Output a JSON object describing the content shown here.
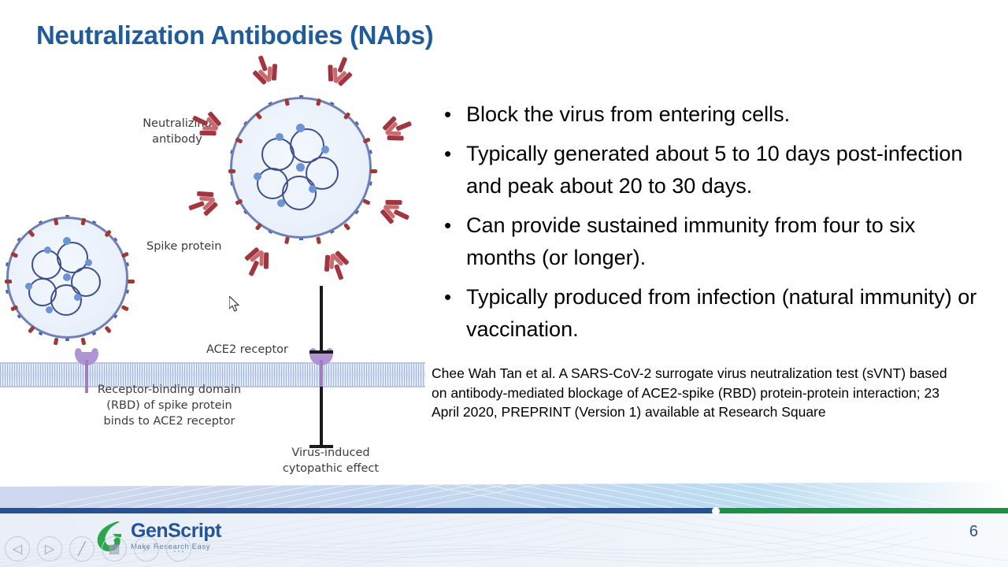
{
  "slide": {
    "title": "Neutralization Antibodies (NAbs)",
    "number": "6",
    "title_color": "#1F5C99"
  },
  "bullets": [
    {
      "marker": "•",
      "text": "Block the virus from entering cells."
    },
    {
      "marker": "•",
      "text": "Typically generated about 5 to 10 days post-infection and peak about 20 to 30 days."
    },
    {
      "marker": "•",
      "text": "Can provide sustained immunity from four to six months (or longer)."
    },
    {
      "marker": "•",
      "text": "Typically produced from infection (natural immunity) or vaccination."
    }
  ],
  "citation": {
    "text": "Chee Wah Tan et al. A SARS-CoV-2 surrogate virus neutralization test (sVNT) based on antibody-mediated blockage of ACE2-spike (RBD) protein-protein interaction; 23 April 2020, PREPRINT (Version 1) available at Research Square"
  },
  "figure": {
    "labels": {
      "neutralizing_antibody": "Neutralizing\nantibody",
      "spike_protein": "Spike protein",
      "ace2_receptor": "ACE2 receptor",
      "rbd": "Receptor-binding domain\n(RBD) of spike protein\nbinds to ACE2 receptor",
      "cytopathic_effect": "Virus-induced\ncytopathic effect"
    },
    "colors": {
      "spike": "#4a63a8",
      "antibody": "#a23640",
      "ace2": "#b093d2",
      "virus_envelope": "#6f7fb8"
    }
  },
  "footer": {
    "logo_name": "GenScript",
    "logo_tagline": "Make Research Easy",
    "divider_blue": "#255196",
    "divider_green": "#199343"
  },
  "controls": [
    {
      "name": "previous-slide",
      "glyph": "◁"
    },
    {
      "name": "next-slide",
      "glyph": "▷"
    },
    {
      "name": "pen-tool",
      "glyph": "╱"
    },
    {
      "name": "slide-menu",
      "glyph": "▦"
    },
    {
      "name": "zoom-tool",
      "glyph": "⌕"
    },
    {
      "name": "more-options",
      "glyph": "…"
    }
  ]
}
